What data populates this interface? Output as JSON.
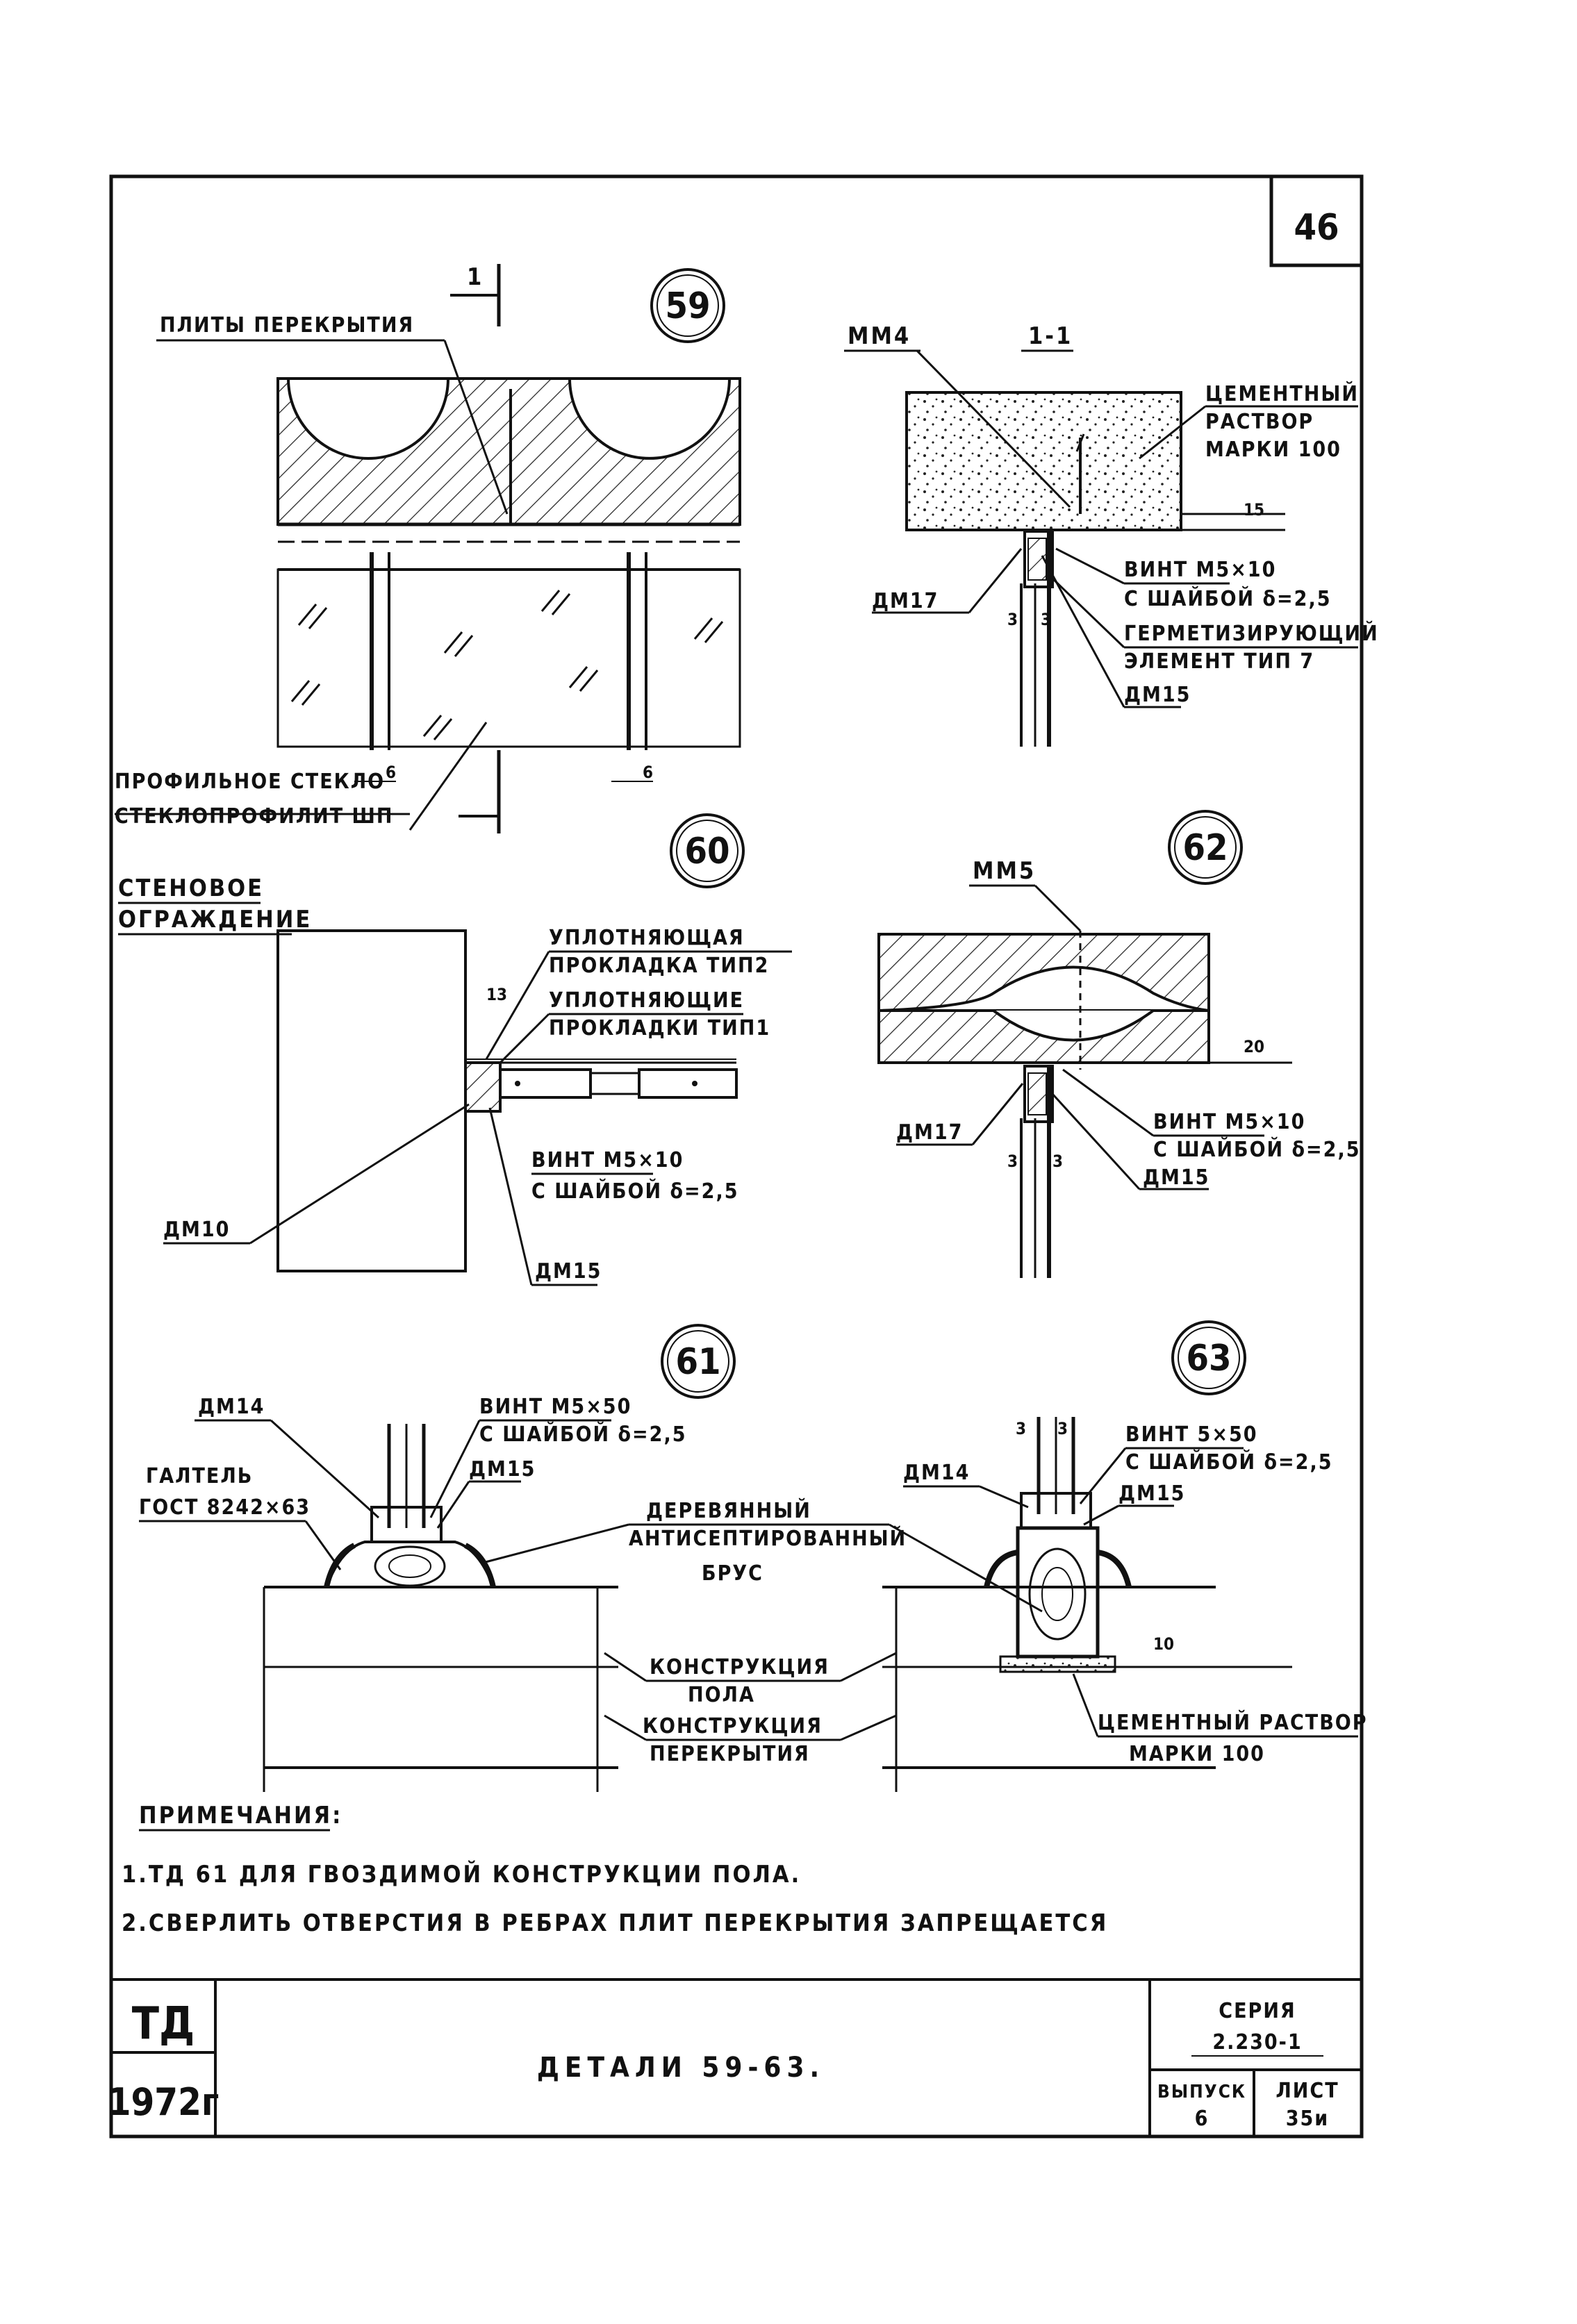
{
  "sheet": {
    "page_number": "46",
    "frame_color": "#111111"
  },
  "detail_59": {
    "marker": "59",
    "section_mark": "1",
    "label_slabs": "ПЛИТЫ ПЕРЕКРЫТИЯ",
    "label_glass_1": "ПРОФИЛЬНОЕ СТЕКЛО",
    "label_glass_2": "СТЕКЛОПРОФИЛИТ ШП",
    "dim_left": "6",
    "dim_right": "6"
  },
  "section_1_1": {
    "title": "1-1",
    "mm4": "ММ4",
    "mortar_1": "ЦЕМЕНТНЫЙ",
    "mortar_2": "РАСТВОР",
    "mortar_3": "МАРКИ 100",
    "dm17": "ДМ17",
    "screw_1": "ВИНТ М5×10",
    "screw_2": "С ШАЙБОЙ δ=2,5",
    "seal_1": "ГЕРМЕТИЗИРУЮЩИЙ",
    "seal_2": "ЭЛЕМЕНТ ТИП 7",
    "dm15": "ДМ15",
    "dim_a": "3",
    "dim_b": "3",
    "dim_top": "15"
  },
  "detail_60": {
    "marker": "60",
    "wall_1": "СТЕНОВОЕ",
    "wall_2": "ОГРАЖДЕНИЕ",
    "gasket2_1": "УПЛОТНЯЮЩАЯ",
    "gasket2_2": "ПРОКЛАДКА ТИП2",
    "gasket1_1": "УПЛОТНЯЮЩИЕ",
    "gasket1_2": "ПРОКЛАДКИ ТИП1",
    "dim": "13",
    "screw_1": "ВИНТ М5×10",
    "screw_2": "С ШАЙБОЙ δ=2,5",
    "dm10": "ДМ10",
    "dm15": "ДМ15"
  },
  "detail_62": {
    "marker": "62",
    "mm5": "ММ5",
    "dm17": "ДМ17",
    "screw_1": "ВИНТ М5×10",
    "screw_2": "С ШАЙБОЙ δ=2,5",
    "dm15": "ДМ15",
    "dim_a": "3",
    "dim_b": "3",
    "dim_top": "20"
  },
  "detail_61": {
    "marker": "61",
    "dm14": "ДМ14",
    "fillet_1": "ГАЛТЕЛЬ",
    "fillet_2": "ГОСТ 8242×63",
    "screw_1": "ВИНТ М5×50",
    "screw_2": "С ШАЙБОЙ δ=2,5",
    "dm15": "ДМ15"
  },
  "detail_63": {
    "marker": "63",
    "dm14": "ДМ14",
    "screw_1": "ВИНТ 5×50",
    "screw_2": "С ШАЙБОЙ δ=2,5",
    "dm15": "ДМ15",
    "dim_a": "3",
    "dim_b": "3",
    "dim_side": "10",
    "mortar_1": "ЦЕМЕНТНЫЙ РАСТВОР",
    "mortar_2": "МАРКИ 100"
  },
  "shared_labels": {
    "timber_1": "ДЕРЕВЯННЫЙ",
    "timber_2": "АНТИСЕПТИРОВАННЫЙ",
    "timber_3": "БРУС",
    "floor_1": "КОНСТРУКЦИЯ",
    "floor_2": "ПОЛА",
    "slab_1": "КОНСТРУКЦИЯ",
    "slab_2": "ПЕРЕКРЫТИЯ"
  },
  "notes": {
    "heading": "ПРИМЕЧАНИЯ:",
    "note_1": "1.ТД 61  ДЛЯ ГВОЗДИМОЙ КОНСТРУКЦИИ ПОЛА.",
    "note_2": "2.СВЕРЛИТЬ ОТВЕРСТИЯ В РЕБРАХ ПЛИТ ПЕРЕКРЫТИЯ ЗАПРЕЩАЕТСЯ"
  },
  "title_block": {
    "td": "ТД",
    "year": "1972г",
    "title": "ДЕТАЛИ 59-63.",
    "series_label": "СЕРИЯ",
    "series_value": "2.230-1",
    "issue_label": "ВЫПУСК",
    "issue_value": "6",
    "sheet_label": "ЛИСТ",
    "sheet_value": "35и"
  }
}
